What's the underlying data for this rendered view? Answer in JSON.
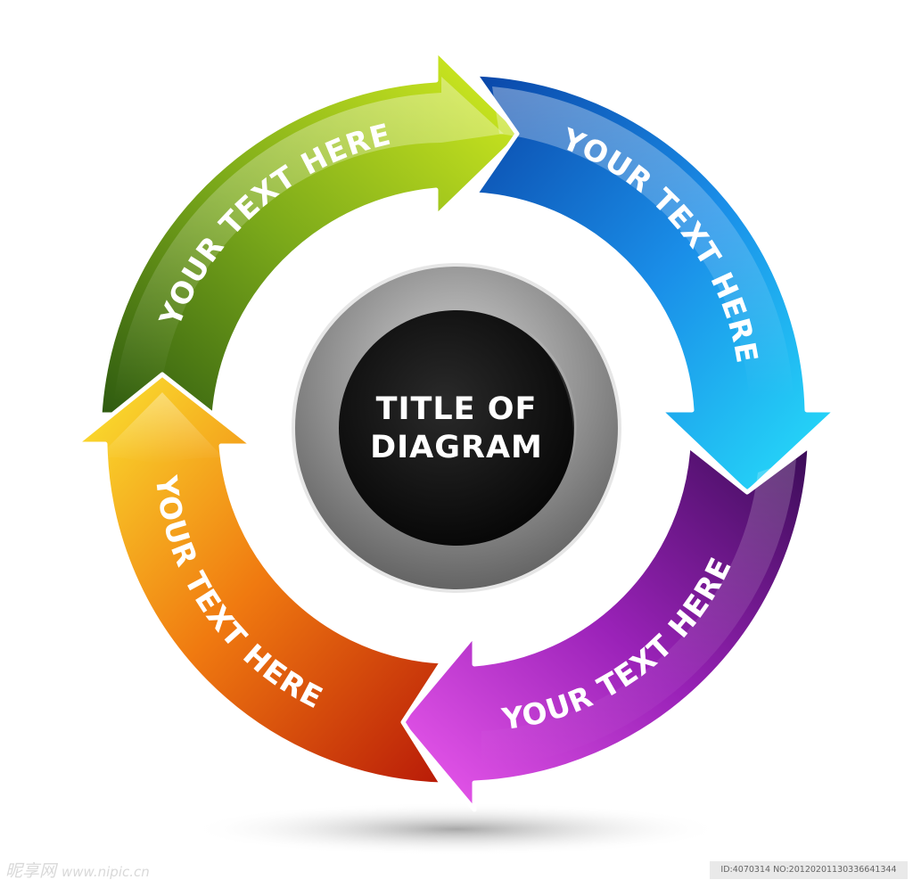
{
  "diagram": {
    "title_lines": [
      "TITLE OF",
      "DIAGRAM"
    ],
    "segments": [
      {
        "label": "YOUR TEXT HERE",
        "color": "green",
        "colors": [
          "#2e5a10",
          "#d8f020"
        ]
      },
      {
        "label": "YOUR TEXT HERE",
        "color": "blue",
        "colors": [
          "#0a46a8",
          "#27e2fb"
        ]
      },
      {
        "label": "YOUR TEXT HERE",
        "color": "purple",
        "colors": [
          "#3a0c56",
          "#ef5cf0"
        ]
      },
      {
        "label": "YOUR TEXT HERE",
        "color": "orange",
        "colors": [
          "#b81a08",
          "#fbe832"
        ]
      }
    ],
    "center_colors": [
      "#0e0e0e",
      "#ababab"
    ]
  },
  "watermark": {
    "left_logo": "昵享网",
    "left_url": "www.nipic.cn",
    "right_id": "ID:4070314 NO:20120201130336641344"
  }
}
